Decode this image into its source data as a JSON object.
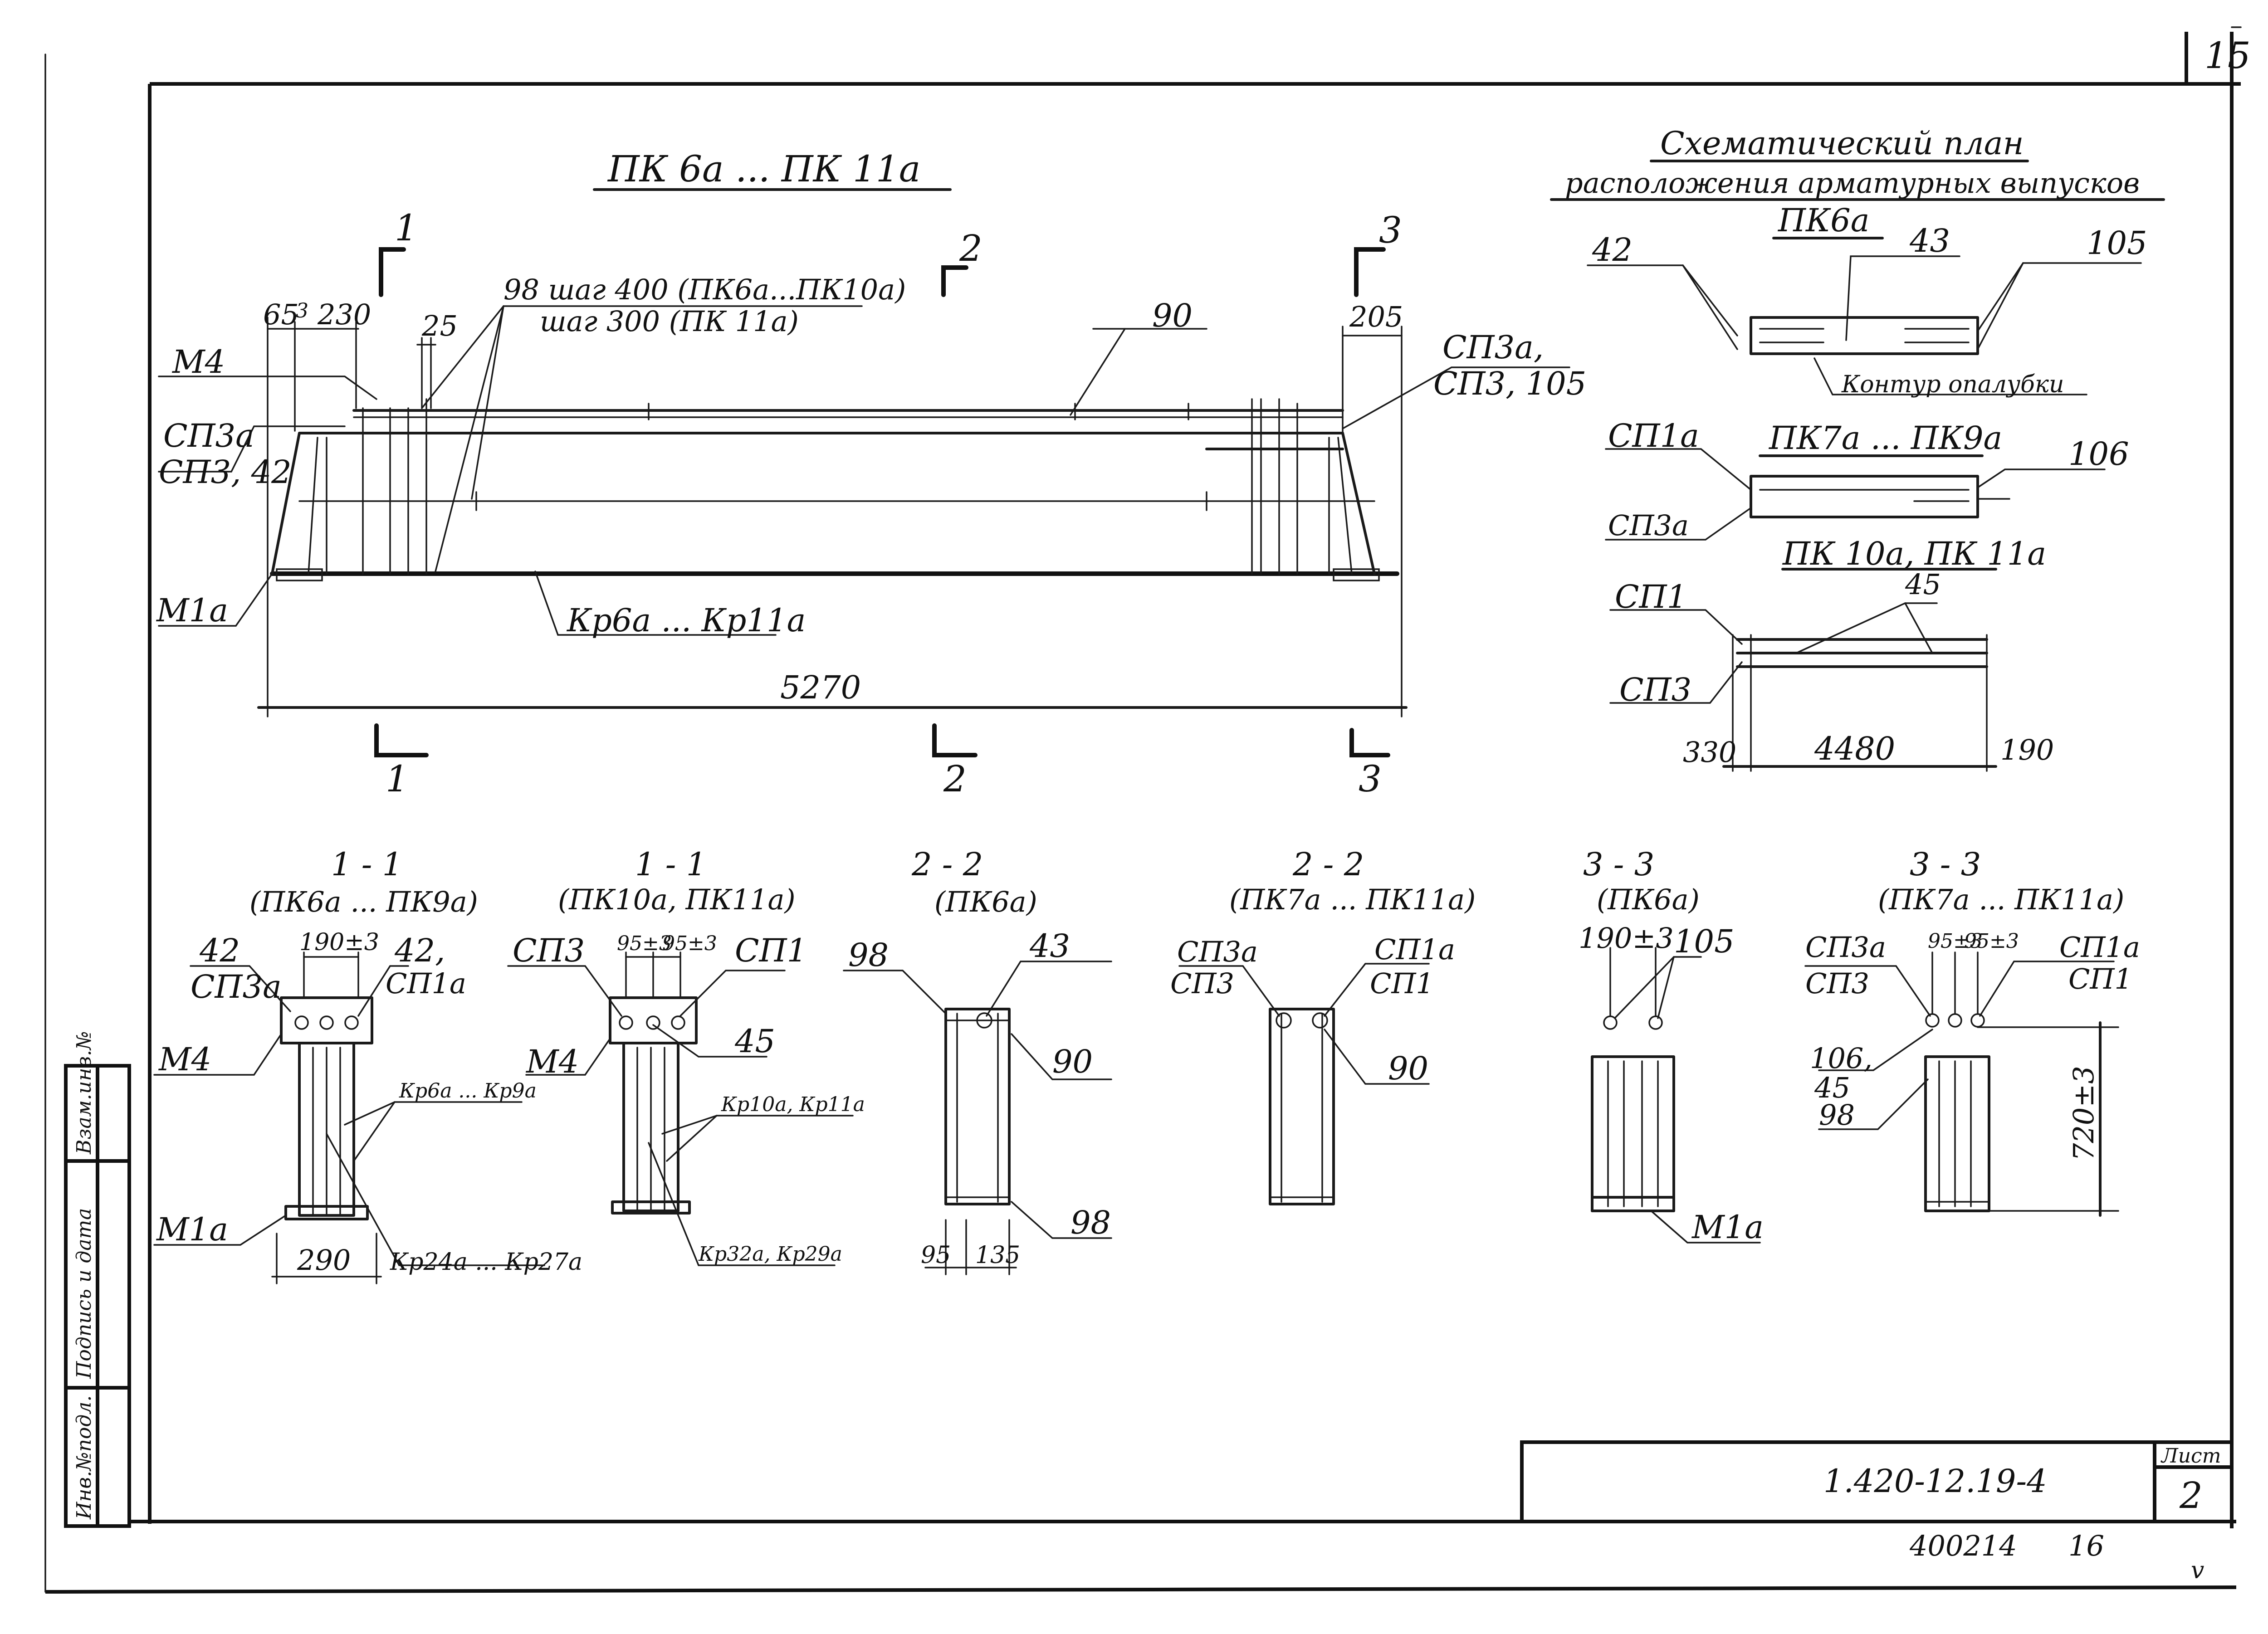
{
  "sheet": {
    "page_number": "15",
    "sheet_label": "Лист",
    "sheet_no": "2",
    "doc_code": "1.420-12.19-4",
    "archive_no": "400214",
    "archive_suffix": "16",
    "corner_mark": "v"
  },
  "side_stamp": {
    "inv_no": "Инв.№подл.",
    "sign_date": "Подпись и дата",
    "replace_inv": "Взам.инв.№"
  },
  "main_view": {
    "title": "ПК 6а ... ПК 11а",
    "pitch_line1": "98 шаг 400 (ПК6а...ПК10а)",
    "pitch_line2": "шаг 300 (ПК 11а)",
    "dims": {
      "d65": "65",
      "d3": "3",
      "d230": "230",
      "d25": "25",
      "d205": "205",
      "overall": "5270"
    },
    "labels": {
      "m4": "М4",
      "sp3a": "СП3а",
      "sp3_42": "СП3, 42",
      "m1a": "М1а",
      "p90": "90",
      "kr": "Кр6а ... Кр11а",
      "sp3a_r": "СП3а,",
      "sp3_105": "СП3, 105"
    },
    "sections": {
      "s1": "1",
      "s2": "2",
      "s3": "3"
    }
  },
  "schematic": {
    "title_line1": "Схематический план",
    "title_line2": "расположения арматурных выпусков",
    "pk6a": {
      "title": "ПК6а",
      "l42": "42",
      "l43": "43",
      "l105": "105",
      "contour": "Контур опалубки"
    },
    "pk7a": {
      "title": "ПК7а ... ПК9а",
      "sp1a": "СП1а",
      "sp3a": "СП3а",
      "l106": "106"
    },
    "pk10a": {
      "title": "ПК 10а, ПК 11а",
      "sp1": "СП1",
      "sp3": "СП3",
      "l45": "45",
      "d330": "330",
      "d4480": "4480",
      "d190": "190"
    }
  },
  "sections": {
    "s1a": {
      "title": "1 - 1",
      "sub": "(ПК6а ... ПК9а)",
      "l42": "42",
      "sp3a": "СП3а",
      "dim": "190±3",
      "l42r": "42,",
      "sp1a": "СП1а",
      "m4": "М4",
      "kr": "Кр6а ... Кр9а",
      "m1a": "М1а",
      "w290": "290",
      "kr2": "Кр24а ... Кр27а"
    },
    "s1b": {
      "title": "1 - 1",
      "sub": "(ПК10а, ПК11а)",
      "sp3": "СП3",
      "dim1": "95±3",
      "dim2": "95±3",
      "sp1": "СП1",
      "l45": "45",
      "m4": "М4",
      "kr": "Кр10а, Кр11а",
      "kr2": "Кр32а, Кр29а"
    },
    "s2a": {
      "title": "2 - 2",
      "sub": "(ПК6а)",
      "l98": "98",
      "l43": "43",
      "l90": "90",
      "l98b": "98",
      "d95": "95",
      "d135": "135"
    },
    "s2b": {
      "title": "2 - 2",
      "sub": "(ПК7а ... ПК11а)",
      "sp3a": "СП3а",
      "sp3": "СП3",
      "sp1a": "СП1а",
      "sp1": "СП1",
      "l90": "90"
    },
    "s3a": {
      "title": "3 - 3",
      "sub": "(ПК6а)",
      "dim": "190±3",
      "l105": "105",
      "m1a": "М1а"
    },
    "s3b": {
      "title": "3 - 3",
      "sub": "(ПК7а ... ПК11а)",
      "sp3a": "СП3а",
      "sp3": "СП3",
      "dim1": "95±3",
      "dim2": "95±3",
      "sp1a": "СП1а",
      "sp1": "СП1",
      "l106": "106,",
      "l45": "45",
      "l98": "98",
      "h": "720±3"
    }
  }
}
